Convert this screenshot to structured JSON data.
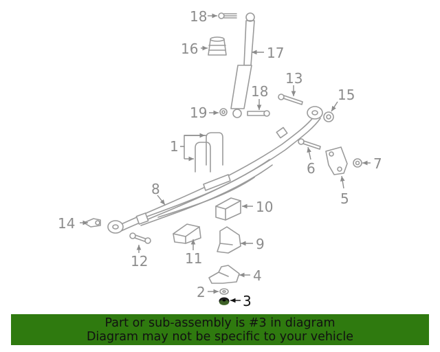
{
  "callouts": {
    "c1": "1",
    "c2": "2",
    "c3": "3",
    "c4": "4",
    "c5": "5",
    "c6": "6",
    "c7": "7",
    "c8": "8",
    "c9": "9",
    "c10": "10",
    "c11": "11",
    "c12": "12",
    "c13": "13",
    "c14": "14",
    "c15": "15",
    "c16": "16",
    "c17": "17",
    "c18a": "18",
    "c18b": "18",
    "c19": "19"
  },
  "highlighted_part": "3",
  "colors": {
    "part_line": "#9a9a9a",
    "label": "#8c8c8c",
    "highlight": "#111111",
    "banner_bg": "#2f7a0f"
  },
  "banner": {
    "line1": "Part or sub-assembly is #3 in diagram",
    "line2": "Diagram may not be specific to your vehicle"
  }
}
